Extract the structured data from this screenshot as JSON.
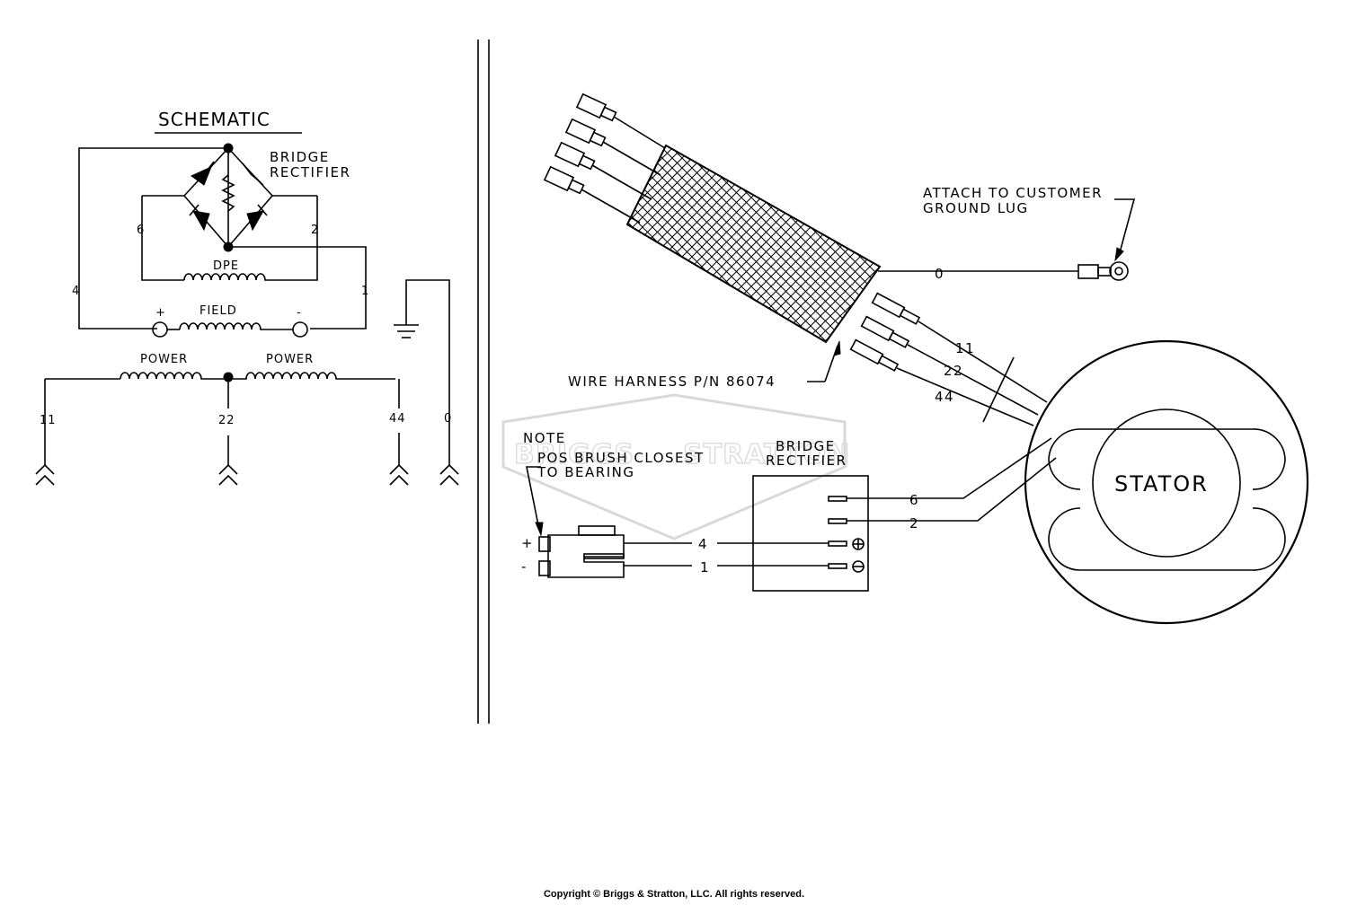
{
  "schematic": {
    "title": "SCHEMATIC",
    "bridge_label_line1": "BRIDGE",
    "bridge_label_line2": "RECTIFIER",
    "dpe_label": "DPE",
    "field_label": "FIELD",
    "field_plus": "+",
    "field_minus": "-",
    "power_left_label": "POWER",
    "power_right_label": "POWER",
    "wire_4": "4",
    "wire_6": "6",
    "wire_2": "2",
    "wire_1": "1",
    "wire_11": "11",
    "wire_22": "22",
    "wire_44": "44",
    "wire_0": "0"
  },
  "wiring": {
    "ground_note_line1": "ATTACH TO CUSTOMER",
    "ground_note_line2": "GROUND LUG",
    "harness_label": "WIRE HARNESS P/N 86074",
    "wire_0": "0",
    "wire_11": "11",
    "wire_22": "22",
    "wire_44": "44",
    "note_title": "NOTE",
    "note_line1": "POS  BRUSH CLOSEST",
    "note_line2": "TO BEARING",
    "brush_plus": "+",
    "brush_minus": "-",
    "rect_label_line1": "BRIDGE",
    "rect_label_line2": "RECTIFIER",
    "wire_6": "6",
    "wire_2": "2",
    "wire_4": "4",
    "wire_1": "1",
    "stator_label": "STATOR"
  },
  "watermark": {
    "brand": "BRIGGS",
    "brand2": "STRATTON"
  },
  "footer": {
    "copyright": "Copyright © Briggs & Stratton, LLC. All rights reserved."
  }
}
